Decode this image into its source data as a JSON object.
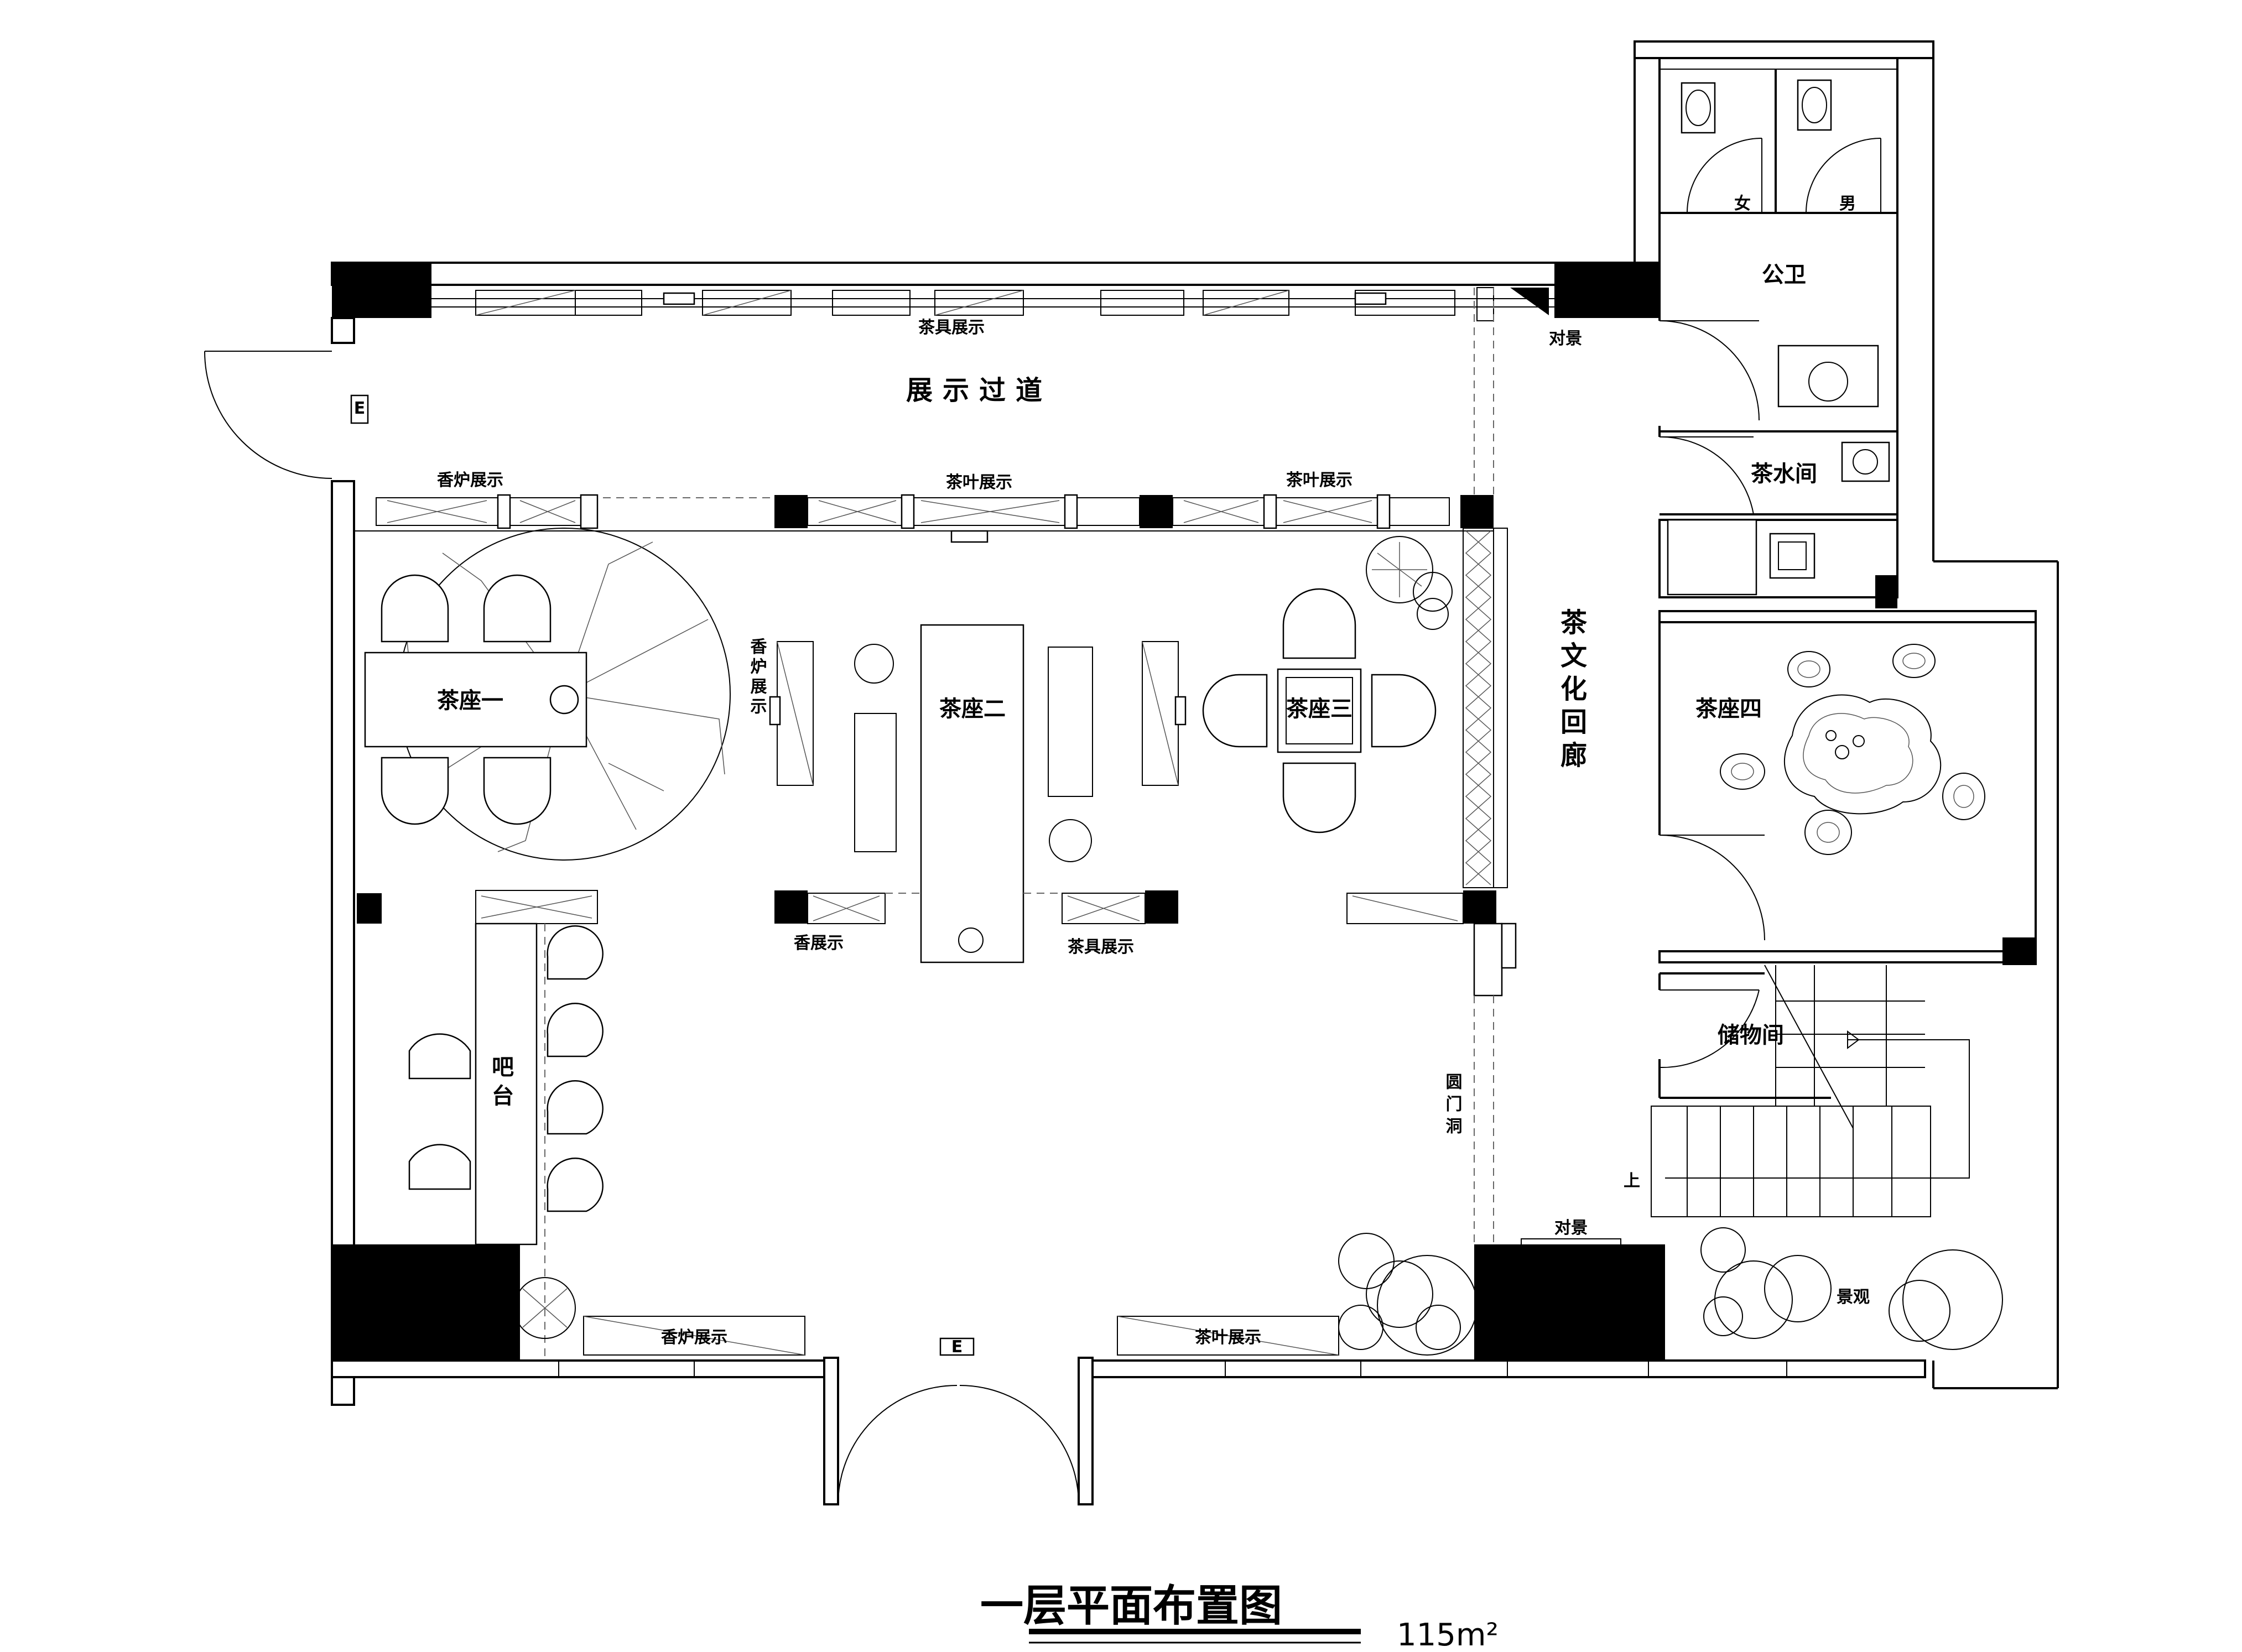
{
  "plan": {
    "title": "一层平面布置图",
    "area": "115m²",
    "rooms": {
      "passage": "展示过道",
      "seat1": "茶座一",
      "seat2": "茶座二",
      "seat3": "茶座三",
      "seat4": "茶座四",
      "corridor": "茶文化回廊",
      "public_wc": "公卫",
      "female": "女",
      "male": "男",
      "tea_room": "茶水间",
      "storage": "储物间",
      "bar": "吧台"
    },
    "labels": {
      "teaware_top": "茶具展示",
      "opposite_top": "对景",
      "incense_burner_top": "香炉展示",
      "tea_leaf_mid1": "茶叶展示",
      "tea_leaf_mid2": "茶叶展示",
      "incense_burner_vertical": "香炉展示",
      "incense_display": "香展示",
      "teaware_bottom": "茶具展示",
      "moon_gate": "圆门洞",
      "opposite_bottom": "对景",
      "landscape": "景观",
      "incense_burner_bottom": "香炉展示",
      "tea_leaf_bottom": "茶叶展示",
      "stair_up": "上",
      "exit_marker_1": "E",
      "exit_marker_2": "E"
    }
  }
}
